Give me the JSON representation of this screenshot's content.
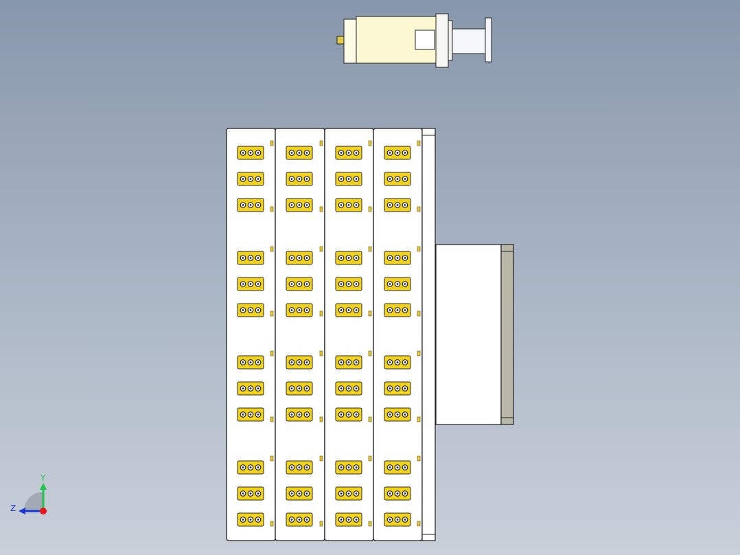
{
  "triad": {
    "y_label": "Y",
    "z_label": "Z",
    "y_color": "#22c34a",
    "z_color": "#1a35d6",
    "x_color": "#e8161c"
  },
  "colors": {
    "background_top": "#8797ab",
    "background_bottom": "#c9d0da",
    "plate": "#ffffff",
    "edge": "#1e1e1e",
    "connector": "#f2d21a",
    "motor_body": "#fbf8d2",
    "box_side": "#b9b8a8"
  },
  "assembly": {
    "columns": 4,
    "groups_per_column": 4,
    "connectors_per_group": 3,
    "pins_per_connector": 3
  }
}
